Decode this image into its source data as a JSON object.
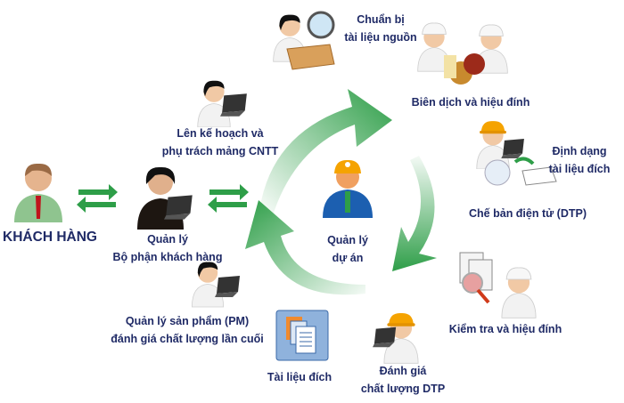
{
  "nodes": {
    "prepare_source": {
      "line1": "Chuẩn bị",
      "line2": "tài liệu nguồn"
    },
    "translate": {
      "line1": "Biên dịch và hiệu đính"
    },
    "plan_it": {
      "line1": "Lên kế hoạch và",
      "line2": "phụ trách mảng CNTT"
    },
    "format_target": {
      "line1": "Định dạng",
      "line2": "tài liệu đích"
    },
    "dtp": {
      "line1": "Chế bản điện tử (DTP)"
    },
    "customer": {
      "line1": "KHÁCH HÀNG"
    },
    "customer_manager": {
      "line1": "Quản lý",
      "line2": "Bộ phận khách hàng"
    },
    "project_manager": {
      "line1": "Quản lý",
      "line2": "dự án"
    },
    "review": {
      "line1": "Kiểm tra và hiệu đính"
    },
    "product_manager": {
      "line1": "Quản lý sản phẩm (PM)",
      "line2": "đánh giá chất lượng lần cuối"
    },
    "target_doc": {
      "line1": "Tài liệu đích"
    },
    "dtp_qa": {
      "line1": "Đánh giá",
      "line2": "chất lượng DTP"
    }
  },
  "colors": {
    "text": "#1f2a66",
    "arrow_green": "#2e9e48",
    "helmet": "#f5a300",
    "pm_blue": "#1c5fb0"
  }
}
